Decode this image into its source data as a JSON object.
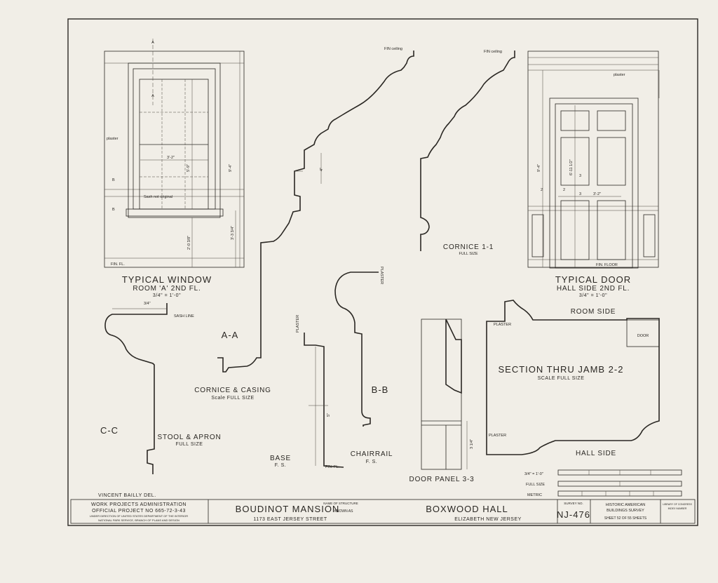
{
  "window_view": {
    "title": "TYPICAL WINDOW",
    "subtitle": "ROOM 'A' 2ND FL.",
    "scale": "3/4\" = 1'-0\"",
    "section_a": "A",
    "section_b": "B",
    "plaster": "plaster",
    "sash_note": "Sash not original",
    "dim_width": "3'-2\"",
    "dim_sash_height": "5'-9\"",
    "dim_height": "9'-4\"",
    "dim_sill": "2'-0 3/8\"",
    "dim_lower": "3'-3 3/4\"",
    "fin_floor": "FIN. FL."
  },
  "profiles": {
    "aa_label": "A-A",
    "cornice_casing_title": "CORNICE & CASING",
    "cornice_casing_scale": "Scale FULL SIZE",
    "fin_ceiling_1": "FIN ceiling",
    "fin_ceiling_2": "FIN ceiling",
    "dim_4": "4\"",
    "cornice_title": "CORNICE 1-1",
    "cornice_scale": "FULL SIZE",
    "plaster_bb": "PLASTER",
    "bb_label": "B-B",
    "chairrail_title": "CHAIRRAIL",
    "chairrail_scale": "F. S.",
    "plaster_base": "PLASTER",
    "dim_5": "5\"",
    "base_title": "BASE",
    "base_scale": "F. S.",
    "fin_fl": "FIN. FL.",
    "cc_label": "C-C",
    "stool_title": "STOOL & APRON",
    "stool_scale": "FULL SIZE",
    "stool_dim": "3/4\"",
    "sash_line": "SASH LINE",
    "panel_dim": "3 1/4\"",
    "door_panel_title": "DOOR PANEL 3-3"
  },
  "door_view": {
    "title": "TYPICAL DOOR",
    "subtitle": "HALL SIDE 2ND FL.",
    "scale": "3/4\" = 1'-0\"",
    "plaster": "plaster",
    "dim_height": "9'-4\"",
    "dim_door_height": "6'-11 1/2\"",
    "dim_width": "3'-2\"",
    "marker_2": "2",
    "marker_3": "3",
    "fin_floor": "FIN. FLOOR"
  },
  "jamb_section": {
    "room_side": "ROOM SIDE",
    "door": "DOOR",
    "plaster_1": "PLASTER",
    "plaster_2": "PLASTER",
    "title": "SECTION THRU JAMB 2-2",
    "scale": "SCALE FULL SIZE",
    "hall_side": "HALL SIDE"
  },
  "scale_bars": {
    "label_1": "3/4\" = 1'-0\"",
    "label_2": "FULL SIZE",
    "label_3": "METRIC"
  },
  "title_block": {
    "delineator": "VINCENT BAILLY DEL.",
    "agency_line1": "WORK PROJECTS ADMINISTRATION",
    "agency_line2": "OFFICIAL PROJECT NO 665-72-3-43",
    "agency_line3": "UNDER DIRECTION OF UNITED STATES DEPARTMENT OF THE INTERIOR",
    "agency_line4": "NATIONAL PARK SERVICE, BRANCH OF PLANS AND DESIGN",
    "name_label": "NAME OF STRUCTURE",
    "structure_name": "BOUDINOT MANSION",
    "known_as": "KNOWN AS",
    "alt_name": "BOXWOOD HALL",
    "address": "1173 EAST JERSEY STREET",
    "location": "ELIZABETH   NEW JERSEY",
    "survey_label": "SURVEY NO.",
    "survey_no": "NJ-476",
    "habs_line1": "HISTORIC AMERICAN",
    "habs_line2": "BUILDINGS SURVEY",
    "sheet": "SHEET 52 OF 55 SHEETS",
    "library_line1": "LIBRARY OF CONGRESS",
    "library_line2": "INDEX NUMBER"
  }
}
